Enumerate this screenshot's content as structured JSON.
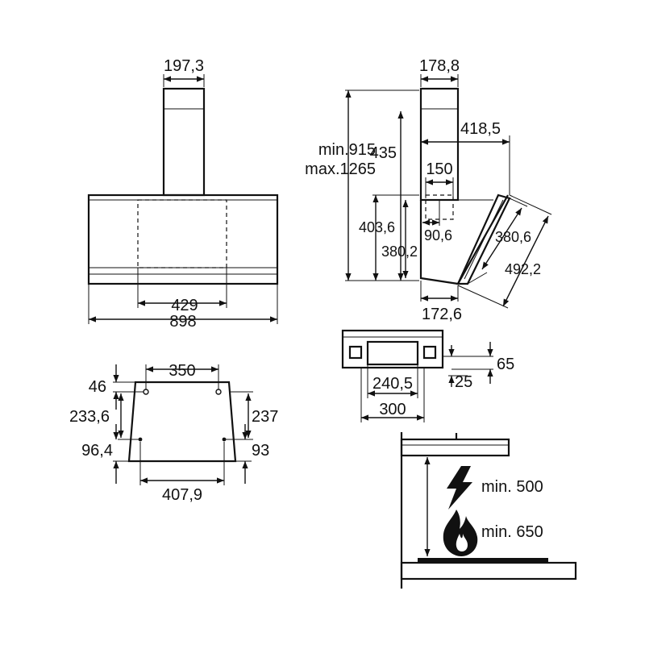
{
  "front": {
    "chimney_width": "197,3",
    "inner_width": "429",
    "total_width": "898"
  },
  "side": {
    "chimney_depth": "178,8",
    "min_height": "min.915",
    "max_height": "max.1265",
    "chimney_height": "435",
    "projection": "418,5",
    "outlet_offset": "150",
    "body_height": "403,6",
    "inner_height": "380,2",
    "outlet_depth": "90,6",
    "panel_inner": "380,6",
    "panel_length": "492,2",
    "base_depth": "172,6"
  },
  "top": {
    "bracket_height": "65",
    "bracket_offset": "25",
    "inner_span": "240,5",
    "outer_span": "300"
  },
  "mount": {
    "top_holes_span": "350",
    "top_offset": "46",
    "left_height": "233,6",
    "right_height": "237",
    "left_bottom": "96,4",
    "right_bottom": "93",
    "bottom_span": "407,9"
  },
  "clearance": {
    "electric_label": "min. 500",
    "gas_label": "min. 650",
    "electric_icon": "lightning-icon",
    "gas_icon": "flame-icon"
  }
}
